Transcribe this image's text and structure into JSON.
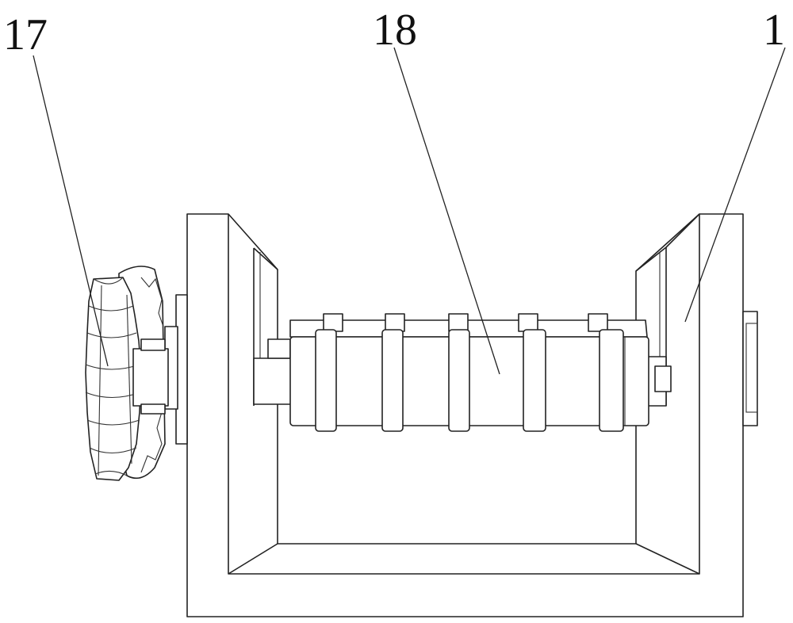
{
  "callouts": [
    {
      "id": "17",
      "label": "17"
    },
    {
      "id": "18",
      "label": "18"
    },
    {
      "id": "1",
      "label": "1"
    }
  ],
  "colors": {
    "line": "#222222",
    "background": "#ffffff"
  }
}
